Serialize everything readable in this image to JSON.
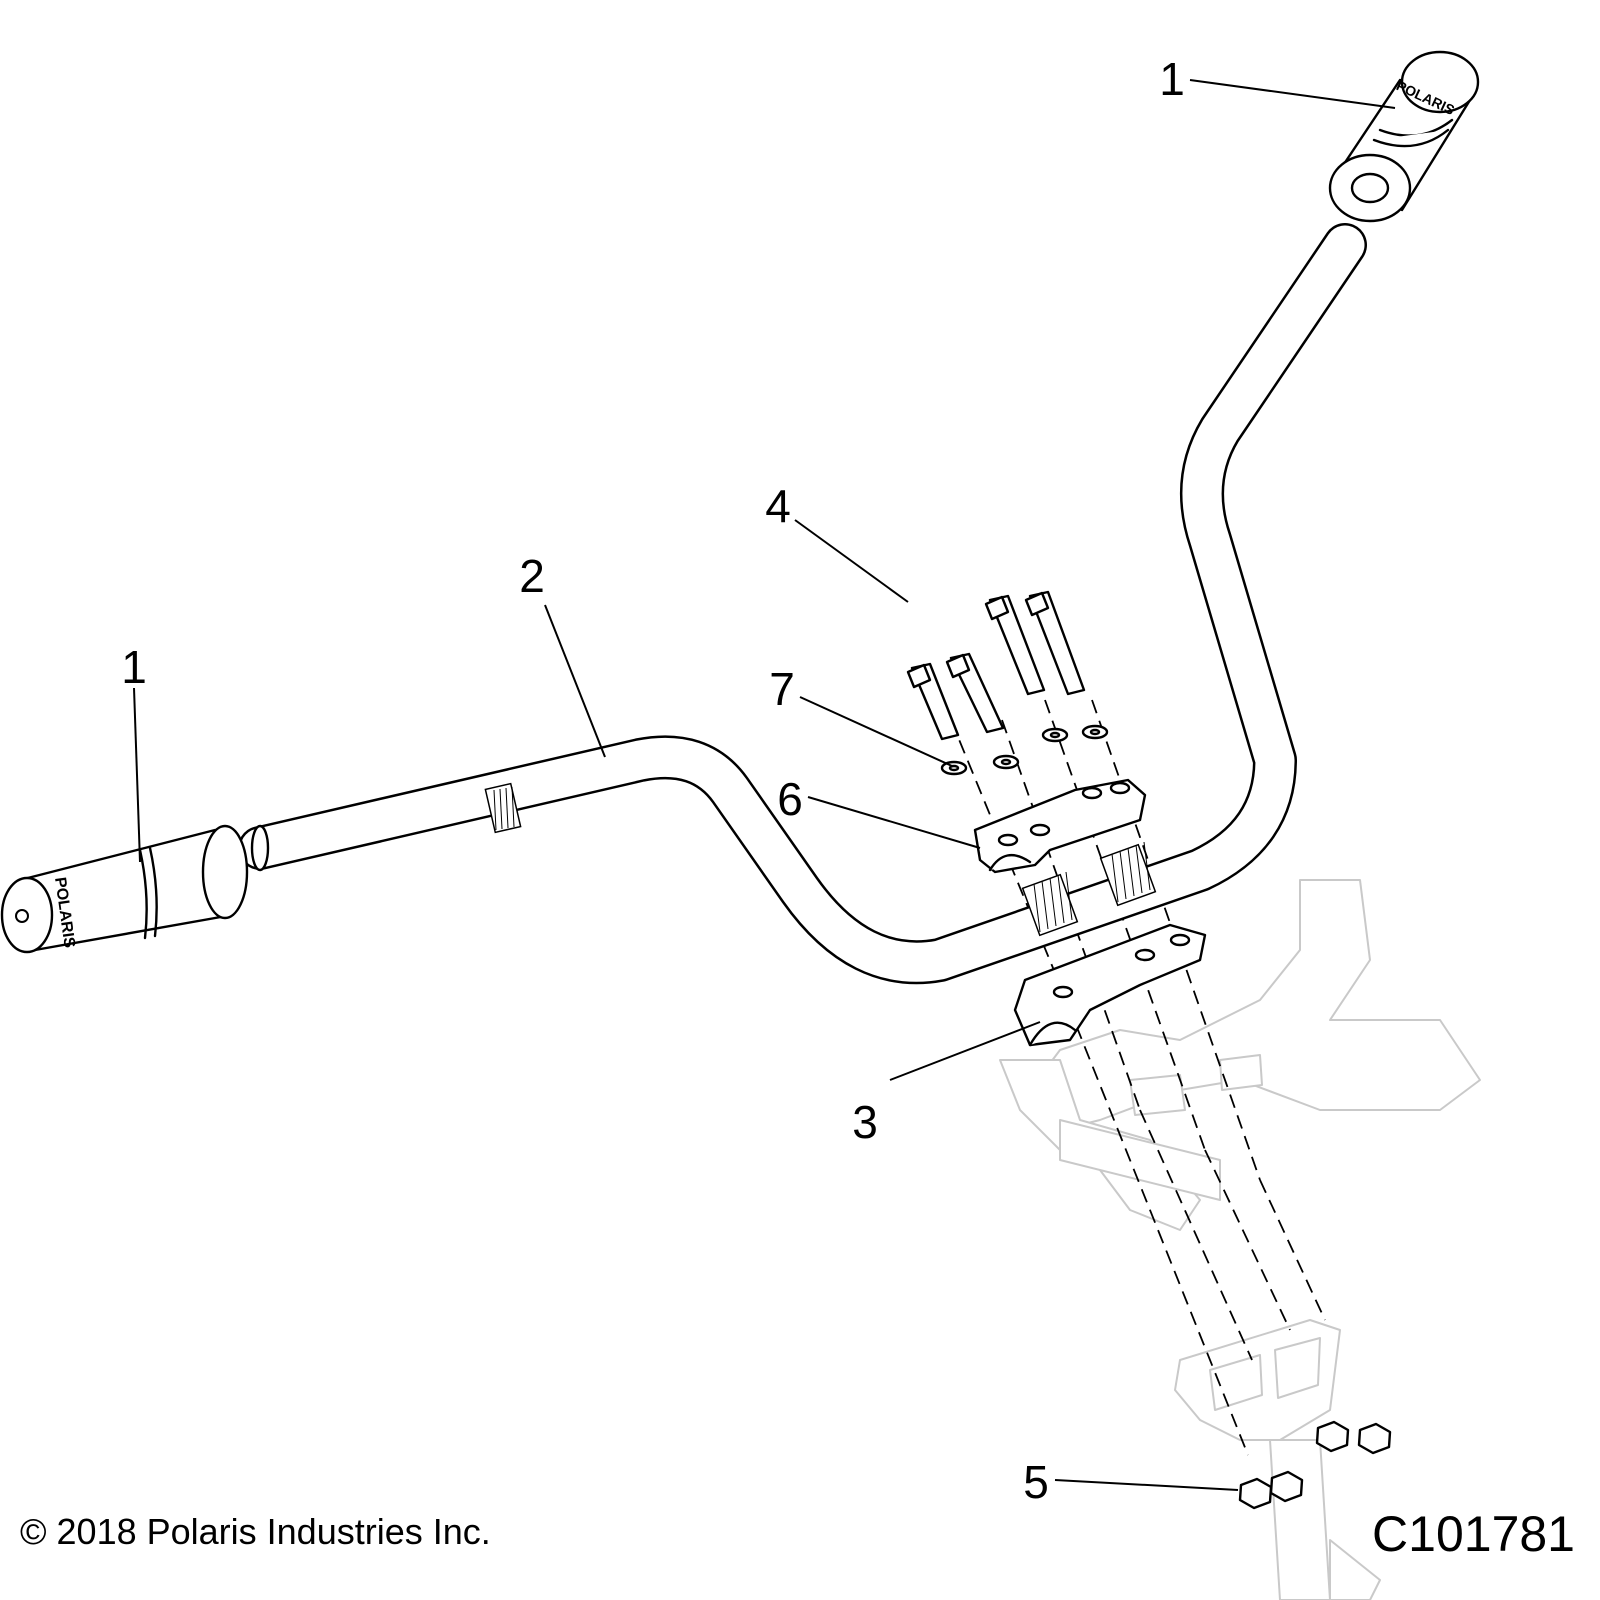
{
  "callouts": [
    {
      "id": "callout-1-right",
      "label": "1"
    },
    {
      "id": "callout-1-left",
      "label": "1"
    },
    {
      "id": "callout-2",
      "label": "2"
    },
    {
      "id": "callout-3",
      "label": "3"
    },
    {
      "id": "callout-4",
      "label": "4"
    },
    {
      "id": "callout-5",
      "label": "5"
    },
    {
      "id": "callout-6",
      "label": "6"
    },
    {
      "id": "callout-7",
      "label": "7"
    }
  ],
  "grip_lettering": "POLARIS",
  "footer": {
    "copyright": "© 2018 Polaris Industries Inc.",
    "drawing_number": "C101781"
  }
}
